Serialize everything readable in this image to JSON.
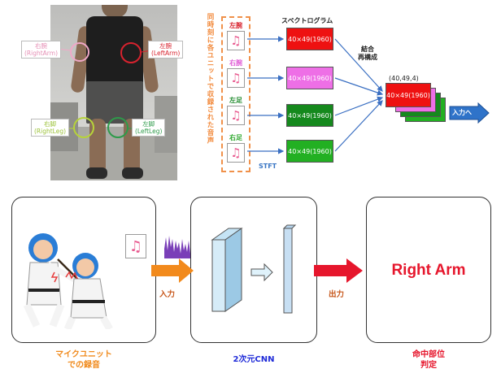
{
  "photo": {
    "labels": {
      "right_arm": {
        "ja": "右腕",
        "en": "(RightArm)",
        "color": "#e58fb5"
      },
      "left_arm": {
        "ja": "左腕",
        "en": "(LeftArm)",
        "color": "#d8222e"
      },
      "right_leg": {
        "ja": "右脚",
        "en": "(RightLeg)",
        "color": "#9cc23a"
      },
      "left_leg": {
        "ja": "左脚",
        "en": "(LeftLeg)",
        "color": "#2e9b4a"
      }
    }
  },
  "spectro": {
    "vertical_caption": "同時刻に各ユニットで収録された音声",
    "title": "スペクトログラム",
    "stft_label": "STFT",
    "units": [
      {
        "name": "左腕",
        "name_color": "#d8222e",
        "spec_label": "40×49(1960)",
        "spec_color": "#ee1111"
      },
      {
        "name": "右腕",
        "name_color": "#e05fd7",
        "spec_label": "40×49(1960)",
        "spec_color": "#ee6fe6"
      },
      {
        "name": "左足",
        "name_color": "#1f8a2c",
        "spec_label": "40×49(1960)",
        "spec_color": "#15891d"
      },
      {
        "name": "右足",
        "name_color": "#2fa82f",
        "spec_label": "40×49(1960)",
        "spec_color": "#22b022"
      }
    ],
    "merge_label_line1": "結合",
    "merge_label_line2": "再構成",
    "stack_dims": "(40,49,4)",
    "stack_front_label": "40×49(1960)",
    "input_arrow_label": "入力へ"
  },
  "pipeline": {
    "left_caption_line1": "マイクユニット",
    "left_caption_line2": "での録音",
    "middle_caption": "2次元CNN",
    "right_caption_line1": "命中部位",
    "right_caption_line2": "判定",
    "input_label": "入力",
    "output_label": "出力",
    "result_text": "Right Arm",
    "caption_color_left": "#f08a1c",
    "caption_color_middle": "#1f2bd8",
    "caption_color_right": "#e6162c"
  }
}
